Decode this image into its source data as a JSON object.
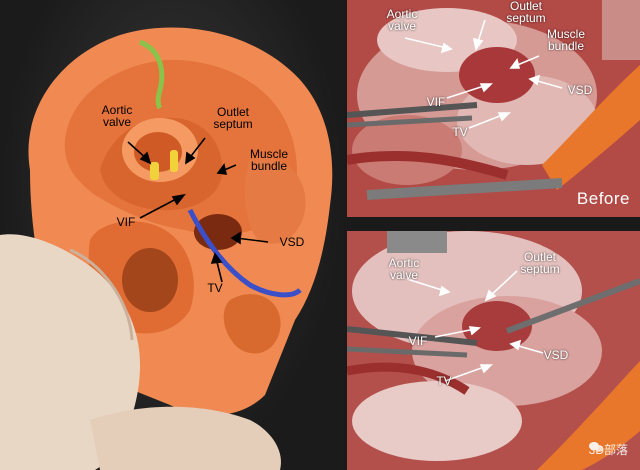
{
  "model_labels": {
    "aortic_valve": "Aortic\nvalve",
    "outlet_septum": "Outlet\nseptum",
    "muscle_bundle": "Muscle\nbundle",
    "vif": "VIF",
    "vsd": "VSD",
    "tv": "TV"
  },
  "before_labels": {
    "aortic_valve": "Aortic\nvalve",
    "outlet_septum": "Outlet\nseptum",
    "muscle_bundle": "Muscle\nbundle",
    "vif": "VIF",
    "vsd": "VSD",
    "tv": "TV",
    "caption": "Before"
  },
  "after_labels": {
    "aortic_valve": "Aortic\nvalve",
    "outlet_septum": "Outlet\nseptum",
    "vif": "VIF",
    "vsd": "VSD",
    "tv": "TV"
  },
  "watermark": "3D部落",
  "colors": {
    "model_orange": "#f08a52",
    "tissue_red": "#b24a46",
    "band_blue": "#3b4fc9",
    "band_green": "#8bc34a",
    "tube_orange": "#e8772c"
  }
}
